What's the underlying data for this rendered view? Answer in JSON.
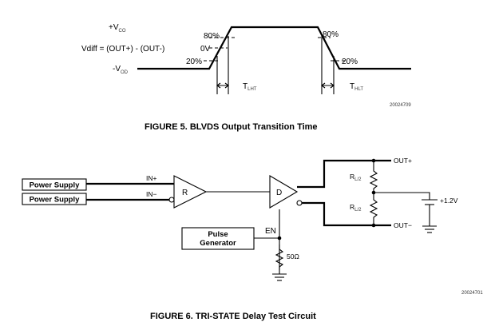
{
  "figure5": {
    "caption": "FIGURE 5. BLVDS Output Transition Time",
    "vcc_label": "+V",
    "vcc_sub": "CO",
    "vod_label": "-V",
    "vod_sub": "OD",
    "vdiff_label": "Vdiff = (OUT+) - (OUT-)",
    "pct_80_left": "80%",
    "pct_0v": "0V",
    "pct_20_left": "20%",
    "pct_80_right": "80%",
    "pct_20_right": "20%",
    "tlht_label": "T",
    "tlht_sub": "LHT",
    "thlt_label": "T",
    "thlt_sub": "HLT",
    "ref_id": "20024709"
  },
  "figure6": {
    "caption": "FIGURE 6. TRI-STATE Delay Test Circuit",
    "power_supply_1": "Power Supply",
    "power_supply_2": "Power Supply",
    "in_plus": "IN+",
    "in_minus": "IN−",
    "receiver": "R",
    "driver": "D",
    "pulse_line1": "Pulse",
    "pulse_line2": "Generator",
    "en_label": "EN",
    "resistor_50": "50Ω",
    "rl_top": "R",
    "rl_top_sub": "L/2",
    "rl_bot": "R",
    "rl_bot_sub": "L/2",
    "out_plus": "OUT+",
    "out_minus": "OUT−",
    "vsrc": "+1.2V",
    "ref_id": "20024701"
  }
}
